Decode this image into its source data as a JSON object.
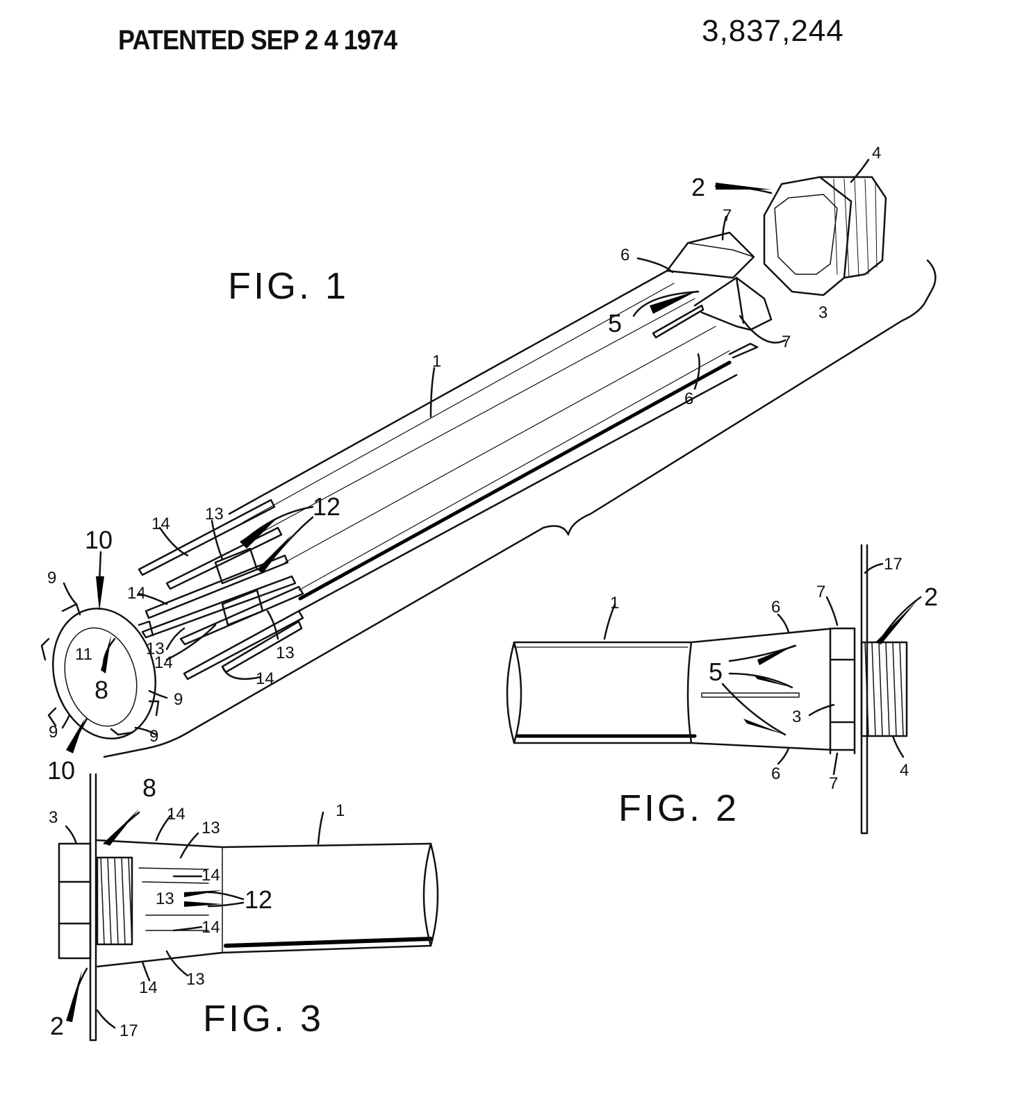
{
  "header": {
    "stamp": "PATENTED SEP 2 4 1974",
    "patent_number": "3,837,244"
  },
  "figures": {
    "fig1": "FIG. 1",
    "fig2": "FIG. 2",
    "fig3": "FIG. 3"
  },
  "labels": {
    "n1": "1",
    "n2": "2",
    "n3": "3",
    "n4": "4",
    "n5": "5",
    "n6": "6",
    "n7": "7",
    "n8": "8",
    "n9": "9",
    "n10": "10",
    "n11": "11",
    "n12": "12",
    "n13": "13",
    "n14": "14",
    "n17": "17"
  }
}
